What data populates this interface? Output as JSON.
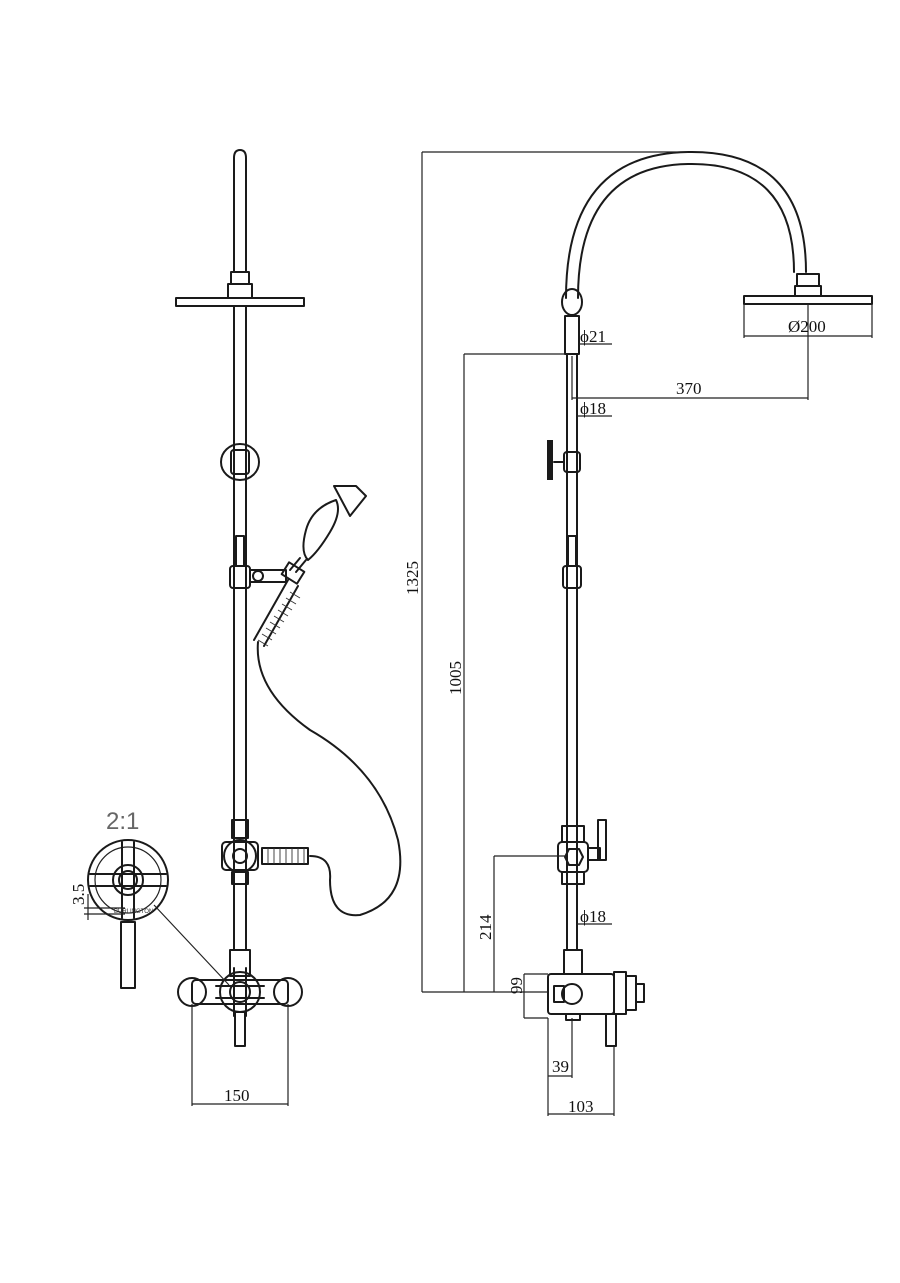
{
  "diagram": {
    "detail_scale": "2:1",
    "dimensions": {
      "detail_offset": "3.5",
      "mixer_centres": "150",
      "total_height": "1325",
      "diverter_height": "1005",
      "arm_projection": "370",
      "head_diameter": "Ø200",
      "upper_tube_diameter": "ϕ21",
      "riser_diameter": "ϕ18",
      "lower_riser_diameter": "ϕ18",
      "outlet_height": "214",
      "valve_height": "99",
      "valve_offset": "39",
      "valve_depth": "103"
    },
    "brand_mark": "BURLINGTON"
  }
}
